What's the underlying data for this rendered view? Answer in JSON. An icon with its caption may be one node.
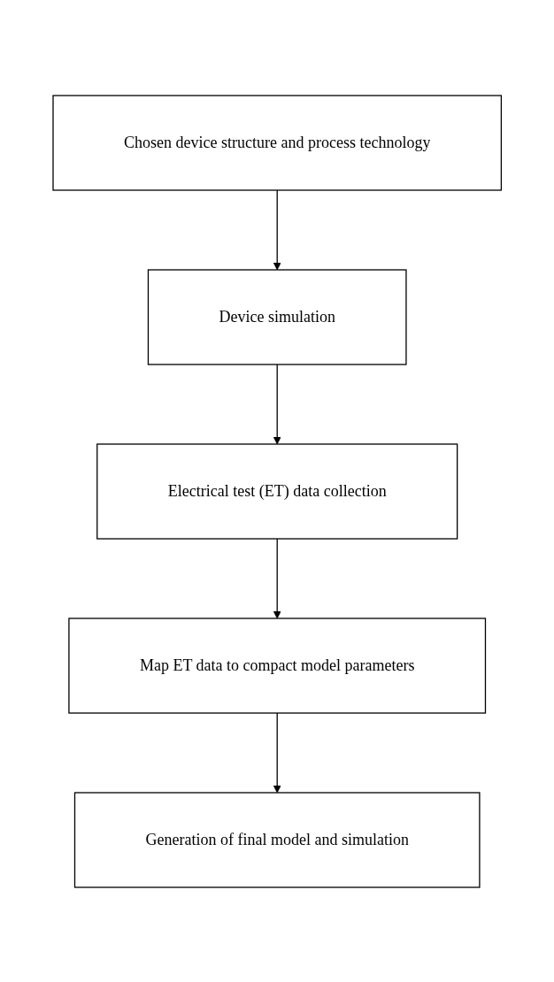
{
  "diagram": {
    "nodes": [
      {
        "text": [
          "Chosen device structure and process technology"
        ]
      },
      {
        "text": [
          "Device simulation"
        ]
      },
      {
        "text": [
          "Electrical test (ET) data collection"
        ]
      },
      {
        "text": [
          "Map ET data to compact model parameters"
        ]
      },
      {
        "text": [
          "Generation of final model and simulation"
        ]
      }
    ],
    "edges": [
      {
        "from": 0,
        "to": 1,
        "arrow": "to"
      },
      {
        "from": 1,
        "to": 2,
        "arrow": "to"
      },
      {
        "from": 2,
        "to": 3,
        "arrow": "to"
      },
      {
        "from": 3,
        "to": 4,
        "arrow": "to"
      }
    ]
  }
}
